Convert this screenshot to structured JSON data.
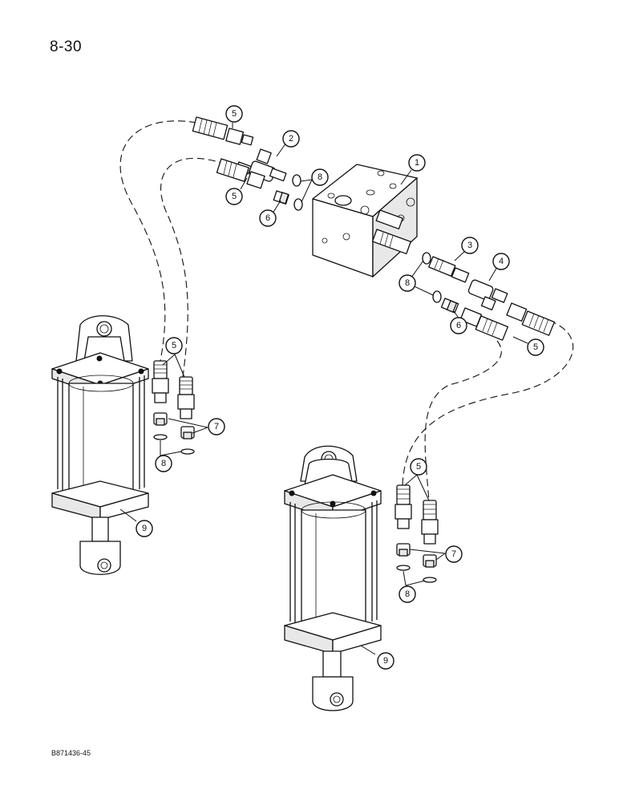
{
  "page": {
    "number": "8-30",
    "doc_code": "B871436-45"
  },
  "callouts": [
    {
      "id": "c1",
      "label": "1"
    },
    {
      "id": "c2",
      "label": "2"
    },
    {
      "id": "c3",
      "label": "3"
    },
    {
      "id": "c4",
      "label": "4"
    },
    {
      "id": "c5a",
      "label": "5"
    },
    {
      "id": "c5b",
      "label": "5"
    },
    {
      "id": "c5c",
      "label": "5"
    },
    {
      "id": "c5d",
      "label": "5"
    },
    {
      "id": "c5e",
      "label": "5"
    },
    {
      "id": "c6a",
      "label": "6"
    },
    {
      "id": "c6b",
      "label": "6"
    },
    {
      "id": "c7a",
      "label": "7"
    },
    {
      "id": "c7b",
      "label": "7"
    },
    {
      "id": "c8a",
      "label": "8"
    },
    {
      "id": "c8b",
      "label": "8"
    },
    {
      "id": "c8c",
      "label": "8"
    },
    {
      "id": "c8d",
      "label": "8"
    },
    {
      "id": "c9a",
      "label": "9"
    },
    {
      "id": "c9b",
      "label": "9"
    }
  ]
}
